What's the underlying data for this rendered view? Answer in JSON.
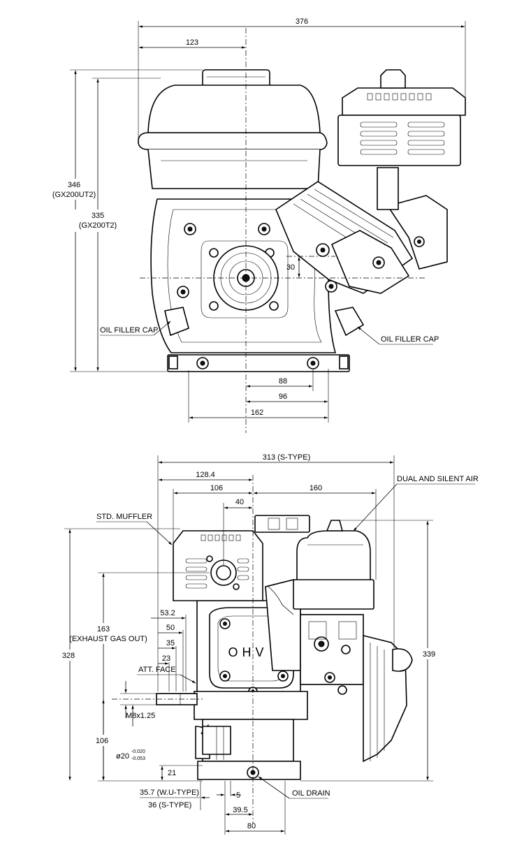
{
  "top_view": {
    "dims": {
      "overall_width": "376",
      "center_offset": "123",
      "height_ut2": "346",
      "height_ut2_model": "(GX200UT2)",
      "height_t2": "335",
      "height_t2_model": "(GX200T2)",
      "center_height": "30",
      "mount_inner": "88",
      "mount_outer": "96",
      "base_width": "162"
    },
    "labels": {
      "oil_filler_left": "OIL FILLER CAP",
      "oil_filler_right": "OIL FILLER CAP"
    },
    "engraving": ""
  },
  "side_view": {
    "dims": {
      "overall_width": "313 (S-TYPE)",
      "offset_128": "128.4",
      "offset_106": "106",
      "offset_160": "160",
      "offset_40": "40",
      "offset_53": "53.2",
      "offset_50": "50",
      "offset_35": "35",
      "offset_23": "23",
      "exhaust_height": "163",
      "exhaust_label": "(EXHAUST GAS OUT)",
      "overall_height_left": "328",
      "overall_height_right": "339",
      "thread": "M8x1.25",
      "shaft_height": "106",
      "shaft_dia": "ø20",
      "tol_upper": "-0.020",
      "tol_lower": "-0.053",
      "base_21": "21",
      "wu_type": "35.7 (W.U-TYPE)",
      "s_type": "36 (S-TYPE)",
      "dim_5": "5",
      "dim_39_5": "39.5",
      "dim_80": "80"
    },
    "labels": {
      "muffler": "STD. MUFFLER",
      "air_cleaner": "DUAL AND SILENT AIR",
      "att_face": "ATT. FACE",
      "oil_drain": "OIL DRAIN",
      "ohv": "OHV"
    }
  }
}
